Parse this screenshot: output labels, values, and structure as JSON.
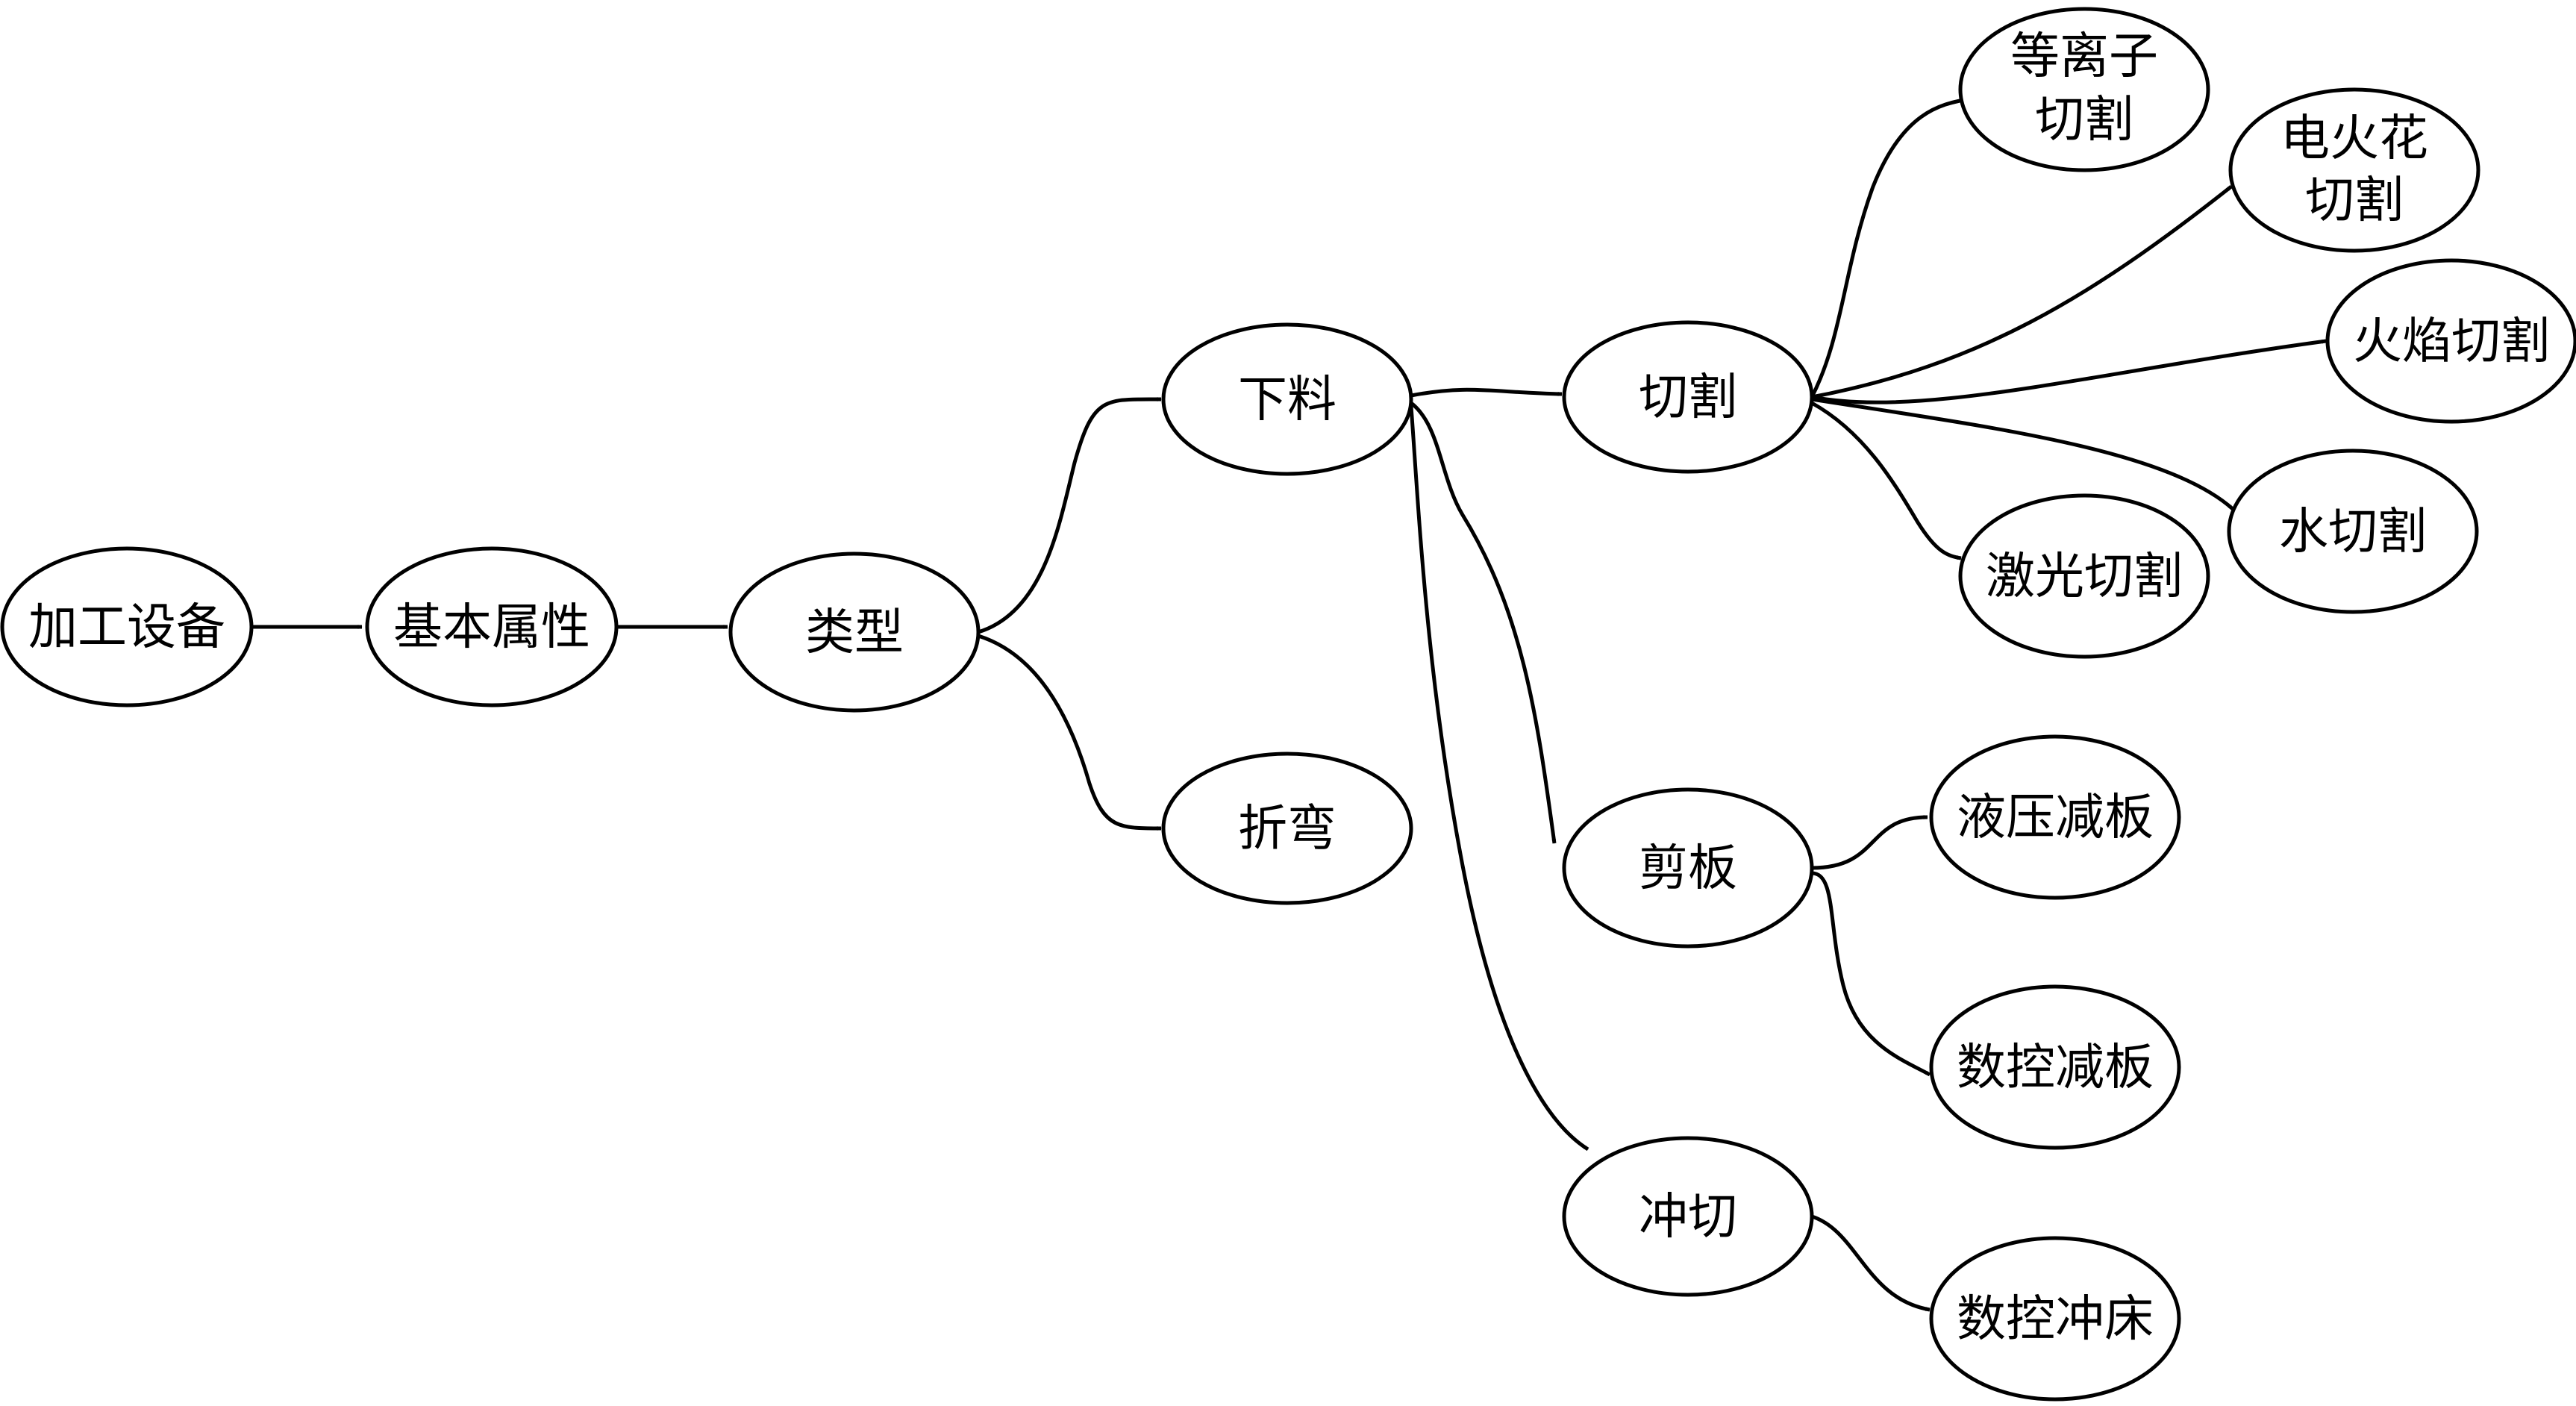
{
  "diagram": {
    "type": "tree",
    "nodes": [
      {
        "id": "equipment",
        "lines": [
          "加工设备"
        ]
      },
      {
        "id": "basic-attr",
        "lines": [
          "基本属性"
        ]
      },
      {
        "id": "type",
        "lines": [
          "类型"
        ]
      },
      {
        "id": "blanking",
        "lines": [
          "下料"
        ]
      },
      {
        "id": "bending",
        "lines": [
          "折弯"
        ]
      },
      {
        "id": "cutting",
        "lines": [
          "切割"
        ]
      },
      {
        "id": "shearing",
        "lines": [
          "剪板"
        ]
      },
      {
        "id": "punching",
        "lines": [
          "冲切"
        ]
      },
      {
        "id": "plasma",
        "lines": [
          "等离子",
          "切割"
        ]
      },
      {
        "id": "edm",
        "lines": [
          "电火花",
          "切割"
        ]
      },
      {
        "id": "flame",
        "lines": [
          "火焰切割"
        ]
      },
      {
        "id": "water",
        "lines": [
          "水切割"
        ]
      },
      {
        "id": "laser",
        "lines": [
          "激光切割"
        ]
      },
      {
        "id": "hydraulic-shear",
        "lines": [
          "液压减板"
        ]
      },
      {
        "id": "cnc-shear",
        "lines": [
          "数控减板"
        ]
      },
      {
        "id": "cnc-punch",
        "lines": [
          "数控冲床"
        ]
      }
    ],
    "edges": [
      {
        "from": "equipment",
        "to": "basic-attr"
      },
      {
        "from": "basic-attr",
        "to": "type"
      },
      {
        "from": "type",
        "to": "blanking"
      },
      {
        "from": "type",
        "to": "bending"
      },
      {
        "from": "blanking",
        "to": "cutting"
      },
      {
        "from": "blanking",
        "to": "shearing"
      },
      {
        "from": "blanking",
        "to": "punching"
      },
      {
        "from": "cutting",
        "to": "plasma"
      },
      {
        "from": "cutting",
        "to": "edm"
      },
      {
        "from": "cutting",
        "to": "flame"
      },
      {
        "from": "cutting",
        "to": "water"
      },
      {
        "from": "cutting",
        "to": "laser"
      },
      {
        "from": "shearing",
        "to": "hydraulic-shear"
      },
      {
        "from": "shearing",
        "to": "cnc-shear"
      },
      {
        "from": "punching",
        "to": "cnc-punch"
      }
    ]
  }
}
